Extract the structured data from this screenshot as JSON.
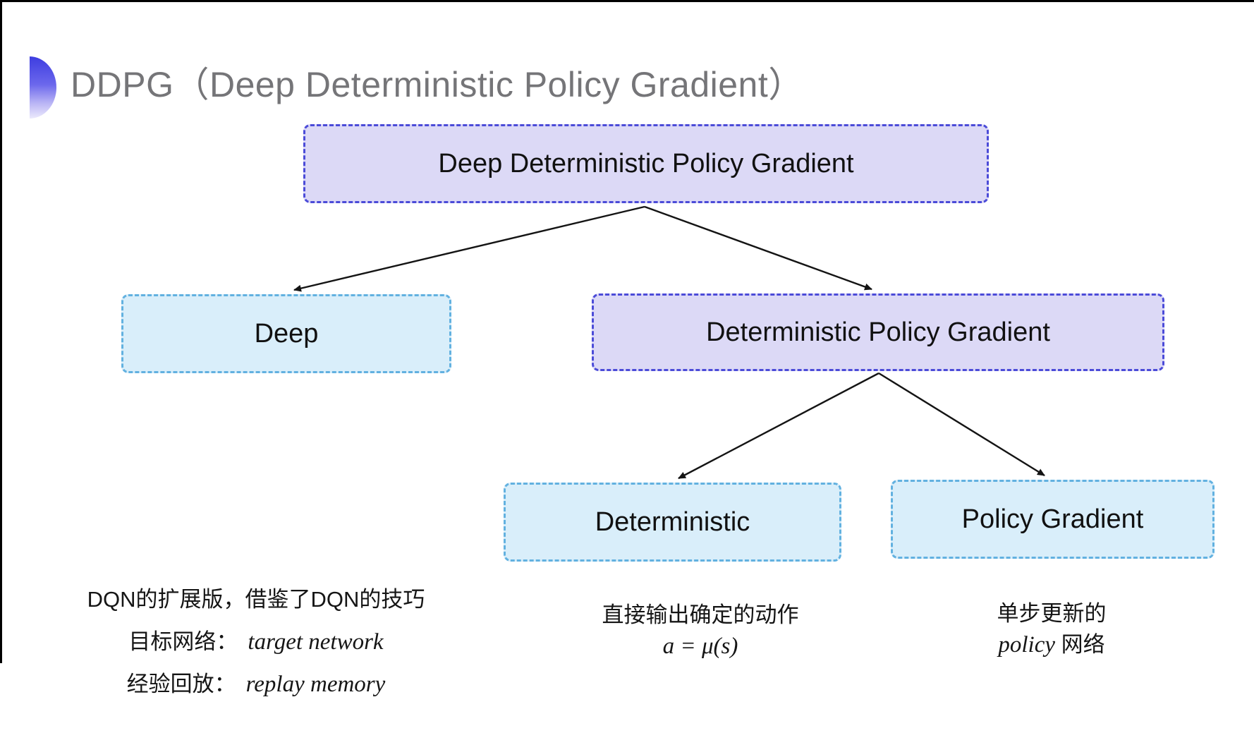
{
  "header": {
    "title": "DDPG（Deep Deterministic Policy Gradient）"
  },
  "diagram": {
    "nodes": {
      "root": "Deep Deterministic Policy Gradient",
      "deep": "Deep",
      "dpg": "Deterministic Policy Gradient",
      "deterministic": "Deterministic",
      "policy_gradient": "Policy Gradient"
    },
    "colors": {
      "purple_bg": "#dcd9f6",
      "purple_border": "#4b4bd8",
      "blue_bg": "#d9eefa",
      "blue_border": "#62b1e0",
      "arrow": "#141414"
    }
  },
  "notes": {
    "deep": {
      "line1": "DQN的扩展版，借鉴了DQN的技巧",
      "line2_label": "目标网络：",
      "line2_value": "target network",
      "line3_label": "经验回放：",
      "line3_value": "replay memory"
    },
    "deterministic": {
      "line1": "直接输出确定的动作",
      "formula": "a = μ(s)"
    },
    "policy_gradient": {
      "line1": "单步更新的",
      "line2_italic": "policy",
      "line2_rest": " 网络"
    }
  }
}
